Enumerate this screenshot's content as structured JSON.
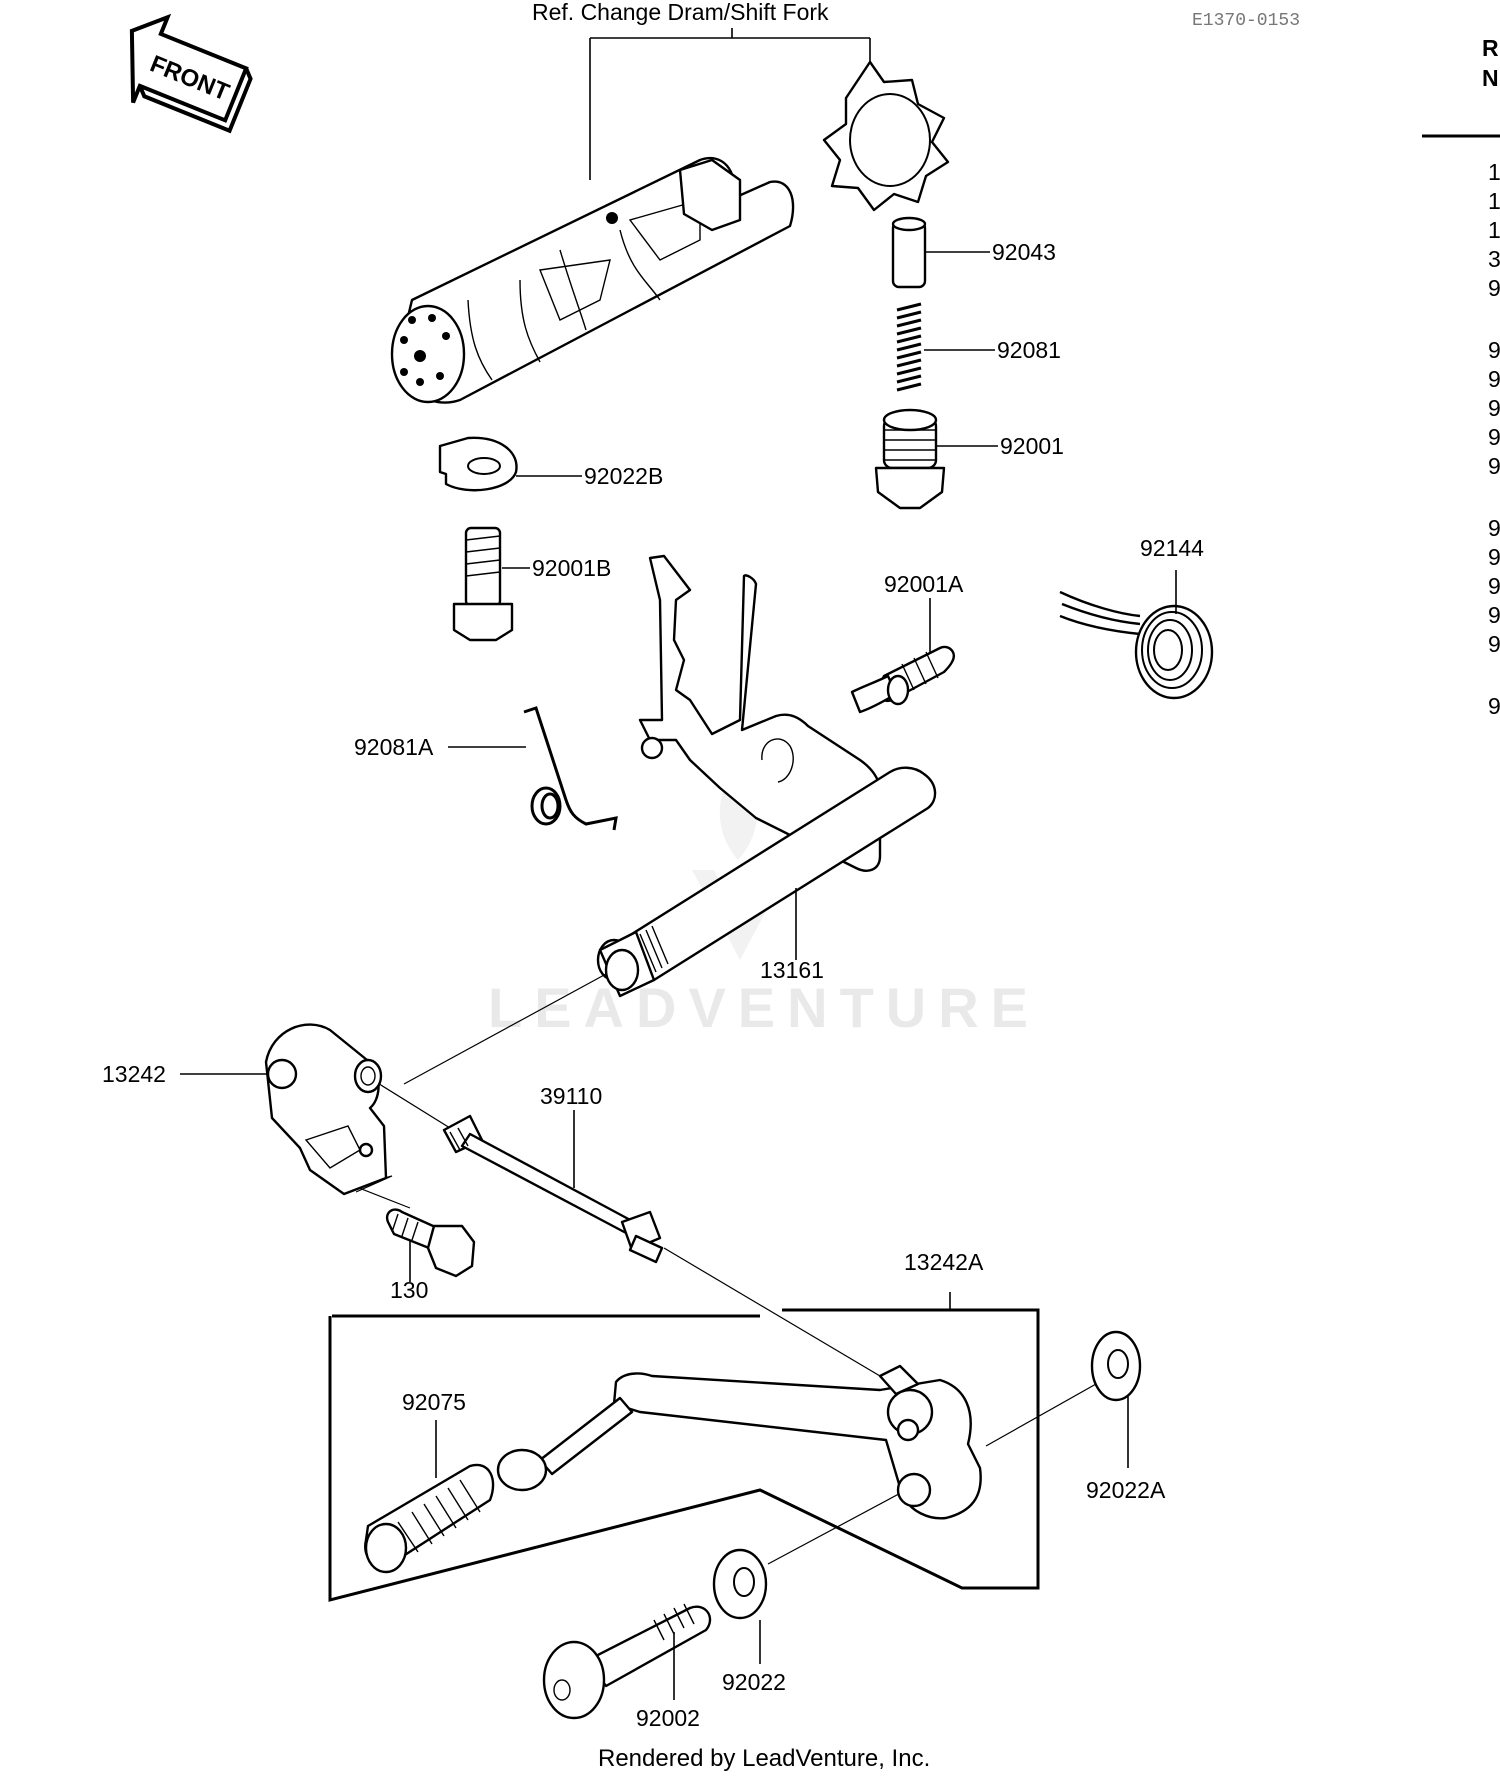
{
  "diagram": {
    "code": "E1370-0153",
    "front_label": "FRONT",
    "ref_note": "Ref. Change Dram/Shift Fork",
    "watermark": "LEADVENTURE",
    "credit": "Rendered by LeadVenture, Inc.",
    "parts": {
      "p92043": "92043",
      "p92081": "92081",
      "p92001": "92001",
      "p92022B": "92022B",
      "p92001B": "92001B",
      "p92001A": "92001A",
      "p92144": "92144",
      "p92081A": "92081A",
      "p13161": "13161",
      "p13242": "13242",
      "p39110": "39110",
      "p130": "130",
      "p13242A": "13242A",
      "p92075": "92075",
      "p92022A": "92022A",
      "p92022": "92022",
      "p92002": "92002"
    }
  },
  "side_panel": {
    "header_top": "R",
    "header_bottom": "N",
    "rows": [
      "1",
      "1",
      "1",
      "3",
      "9",
      "9",
      "9",
      "9",
      "9",
      "9",
      "9",
      "9",
      "9",
      "9",
      "9",
      "9"
    ]
  }
}
